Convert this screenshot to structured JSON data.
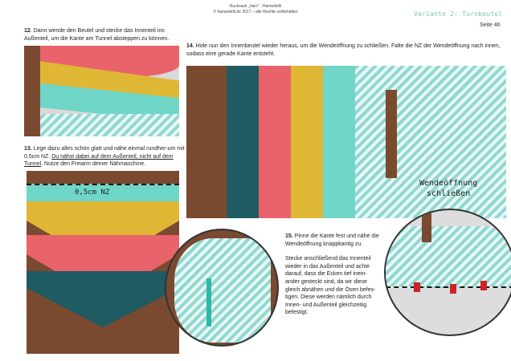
{
  "header": {
    "line1": "Rucksack „Varo“ - Hansedelli",
    "line2": "© hansedelli.de 2017 – alle Rechte vorbehalten",
    "variant": "Variante 2: Turnbeutel",
    "page": "Seite 46"
  },
  "step12": {
    "num": "12",
    "text": ". Dann wende den Beutel und stecke das Innenteil ins Außenteil, um die Kante am Tunnel absteppen zu können."
  },
  "step13": {
    "num": "13.",
    "text1": " Lege dazu alles schön glatt und nähe einmal rundher-um mit 0,5cm NZ. ",
    "underlined": "Du nähst dabei auf dem Außenteil, nicht auf dem Tunnel",
    "text2": ". Nutze den Freiarm deiner Nähmaschine.",
    "annotation": "0,5cm NZ"
  },
  "step14": {
    "num": "14.",
    "text": " Hole nun den Innenbeutel wieder heraus, um die Wendeöffnung zu schließen. Falte die NZ der Wendeöffnung nach innen, sodass eine gerade Kante entsteht.",
    "annotation_line1": "Wendeöffnung",
    "annotation_line2": "schließen"
  },
  "step15": {
    "num": "15.",
    "text": " Pinne die Kante fest und nähe die Wendeöffnung knappkantig zu.",
    "text2": "Stecke anschließend das Innenteil wieder in das Außenteil und achte darauf, dass die Ecken tief inein-ander gesteckt sind, da wir diese gleich abnähen und die Ösen befes-tigen. Diese werden nämlich durch Innen- und Außenteil gleichzeitig befestigt."
  },
  "colors": {
    "brown": "#7a4a30",
    "teal": "#6fd6c8",
    "yellow": "#e0b735",
    "pink": "#e9636a",
    "darkteal": "#1f5b63",
    "accent": "#7cc7b3"
  }
}
